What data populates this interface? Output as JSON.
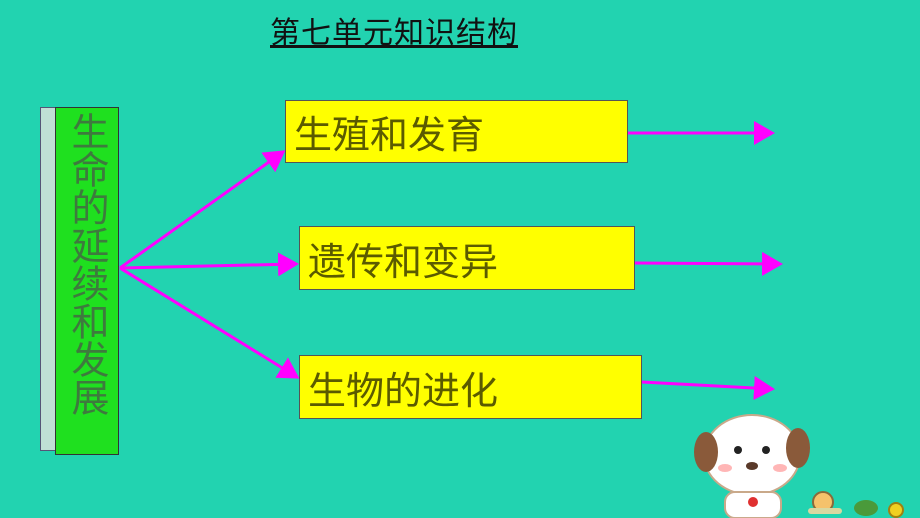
{
  "title": "第七单元知识结构",
  "root": {
    "label": "生命的延续和发展"
  },
  "branches": [
    {
      "label": "生殖和发育"
    },
    {
      "label": "遗传和变异"
    },
    {
      "label": "生物的进化"
    }
  ],
  "colors": {
    "background": "#22d3b0",
    "arrow": "#ff00ff",
    "box": "#ffff00",
    "root": "#1fe01f"
  },
  "decoration": {
    "mascot": "puppy-illustration"
  }
}
